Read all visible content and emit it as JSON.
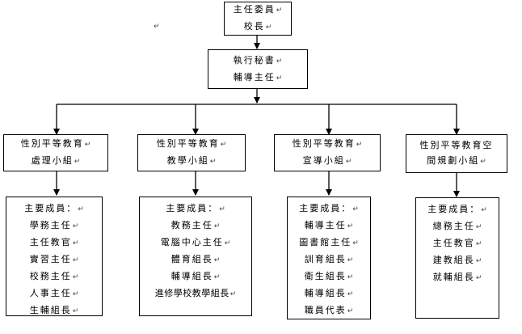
{
  "top_box": {
    "lines": [
      "主任委員",
      "校長"
    ]
  },
  "exec_box": {
    "lines": [
      "執行秘書",
      "輔導主任"
    ]
  },
  "groups": [
    {
      "title": [
        "性別平等教育",
        "處理小組"
      ],
      "members": [
        "主要成員：",
        "學務主任",
        "主任教官",
        "實習主任",
        "校務主任",
        "人事主任",
        "生輔組長"
      ]
    },
    {
      "title": [
        "性別平等教育",
        "教學小組"
      ],
      "members": [
        "主要成員：",
        "教務主任",
        "電腦中心主任",
        "體育組長",
        "輔導組長",
        "進修學校教學組長"
      ]
    },
    {
      "title": [
        "性別平等教育",
        "宣導小組"
      ],
      "members": [
        "主要成員：",
        "輔導主任",
        "圖書館主任",
        "訓育組長",
        "衛生組長",
        "輔導組長",
        "職員代表"
      ]
    },
    {
      "title": [
        "性別平等教育空",
        "間規劃小組"
      ],
      "members": [
        "主要成員：",
        "總務主任",
        "主任教官",
        "建教組長",
        "就輔組長"
      ]
    }
  ],
  "paragraph_mark": "↵",
  "colors": {
    "line": "#000000",
    "background": "#ffffff"
  }
}
